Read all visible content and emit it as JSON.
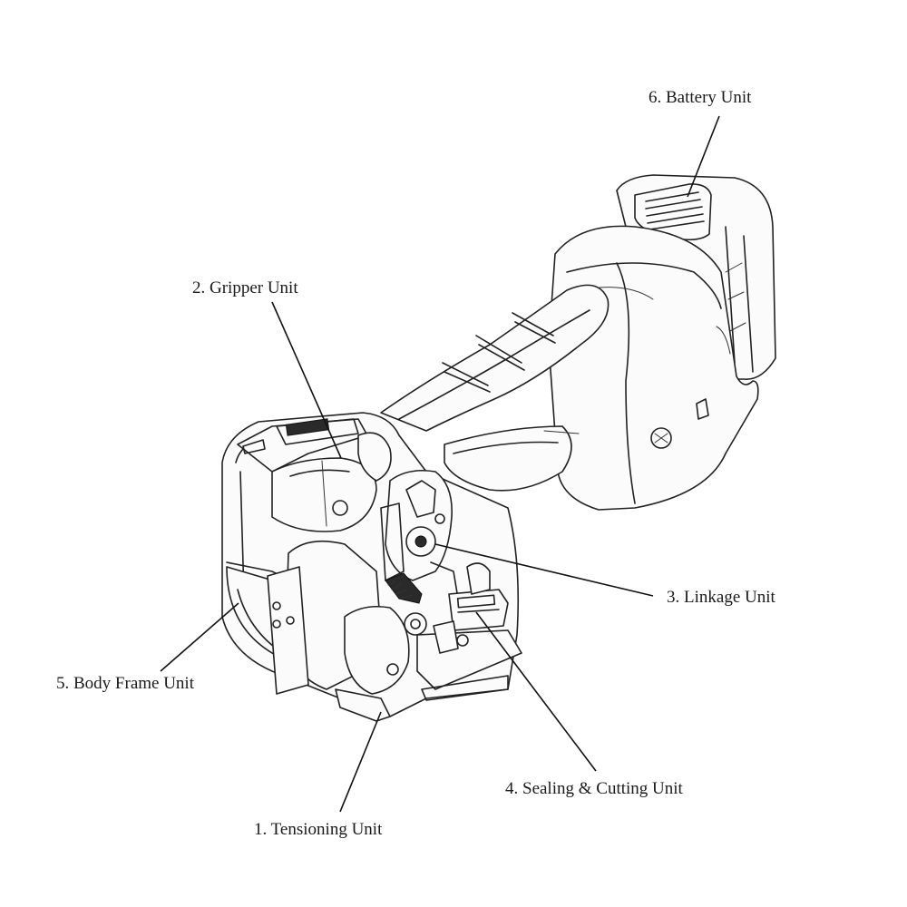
{
  "callouts": [
    {
      "id": "tensioning",
      "label": "1. Tensioning Unit"
    },
    {
      "id": "gripper",
      "label": "2. Gripper Unit"
    },
    {
      "id": "linkage",
      "label": "3. Linkage Unit"
    },
    {
      "id": "sealing",
      "label": "4. Sealing & Cutting Unit"
    },
    {
      "id": "body-frame",
      "label": "5. Body Frame Unit"
    },
    {
      "id": "battery",
      "label": "6. Battery Unit"
    }
  ]
}
